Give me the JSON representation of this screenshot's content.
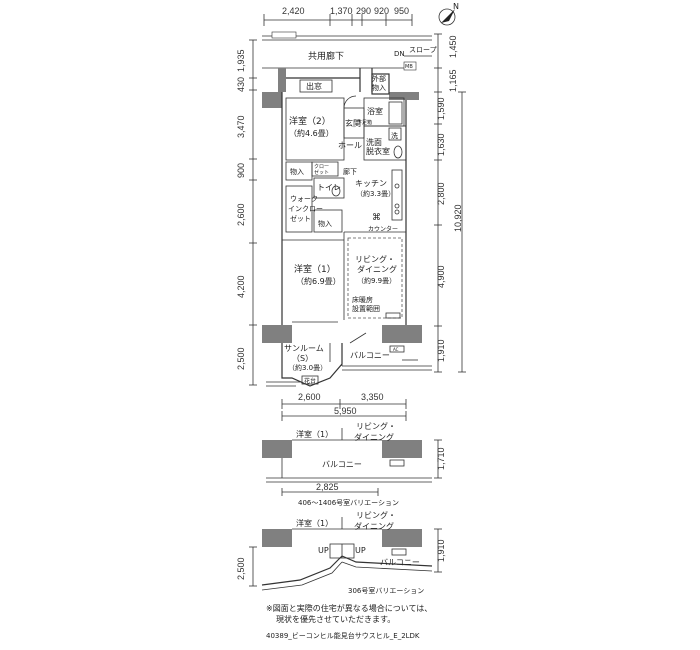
{
  "top_dims": [
    "2,420",
    "1,370",
    "290",
    "920",
    "950"
  ],
  "left_dims": [
    "1,935",
    "430",
    "3,470",
    "900",
    "2,600",
    "4,200",
    "2,500"
  ],
  "right_dims_inner": [
    "1,450",
    "1,165",
    "1,590",
    "1,630",
    "2,800",
    "4,900",
    "1,910"
  ],
  "right_dim_total": "10,920",
  "bottom_dims": [
    "2,600",
    "3,350"
  ],
  "bottom_total": "5,950",
  "rooms": {
    "corridor": "共用廊下",
    "dn": "DN",
    "slope": "スロープ",
    "meter_box": "MB",
    "outer_storage": [
      "外部",
      "物入"
    ],
    "bay_window": "出窓",
    "western2": [
      "洋室（2）",
      "（約4.6畳）"
    ],
    "entrance": "玄関",
    "shoe_box": "下足箱",
    "bath": "浴室",
    "hall": "ホール",
    "washroom": [
      "洗面",
      "脱衣室"
    ],
    "washer": "洗",
    "closet": [
      "クロー",
      "ゼット"
    ],
    "storage1": "物入",
    "hallway": "廊下",
    "toilet": "トイレ",
    "kitchen": [
      "キッチン",
      "（約3.3畳）"
    ],
    "walkin": [
      "ウォーク",
      "インクロー",
      "ゼット"
    ],
    "storage2": "物入",
    "counter": "カウンター",
    "living": [
      "リビング・",
      "ダイニング",
      "（約9.9畳）"
    ],
    "western1": [
      "洋室（1）",
      "（約6.9畳）"
    ],
    "floor_heating": [
      "床暖房",
      "設置範囲"
    ],
    "sunroom": [
      "サンルーム",
      "（S）",
      "（約3.0畳）"
    ],
    "balcony": "バルコニー",
    "flowerbed": "花台",
    "ac": "AC"
  },
  "variation1": {
    "room_left": "洋室（1）",
    "room_right": [
      "リビング・",
      "ダイニング"
    ],
    "balcony": "バルコニー",
    "dim_right": "1,710",
    "dim_bottom": "2,825",
    "caption": "406〜1406号室バリエーション"
  },
  "variation2": {
    "room_left": "洋室（1）",
    "room_right": [
      "リビング・",
      "ダイニング"
    ],
    "balcony": "バルコニー",
    "up_left": "UP",
    "up_right": "UP",
    "dim_left": "2,500",
    "dim_right": "1,910",
    "caption": "306号室バリエーション"
  },
  "note": [
    "※図面と実際の住宅が異なる場合については、",
    "現状を優先させていただきます。"
  ],
  "footer": "40389_ビーコンヒル能見台サウスヒル_E_2LDK",
  "compass": "N"
}
